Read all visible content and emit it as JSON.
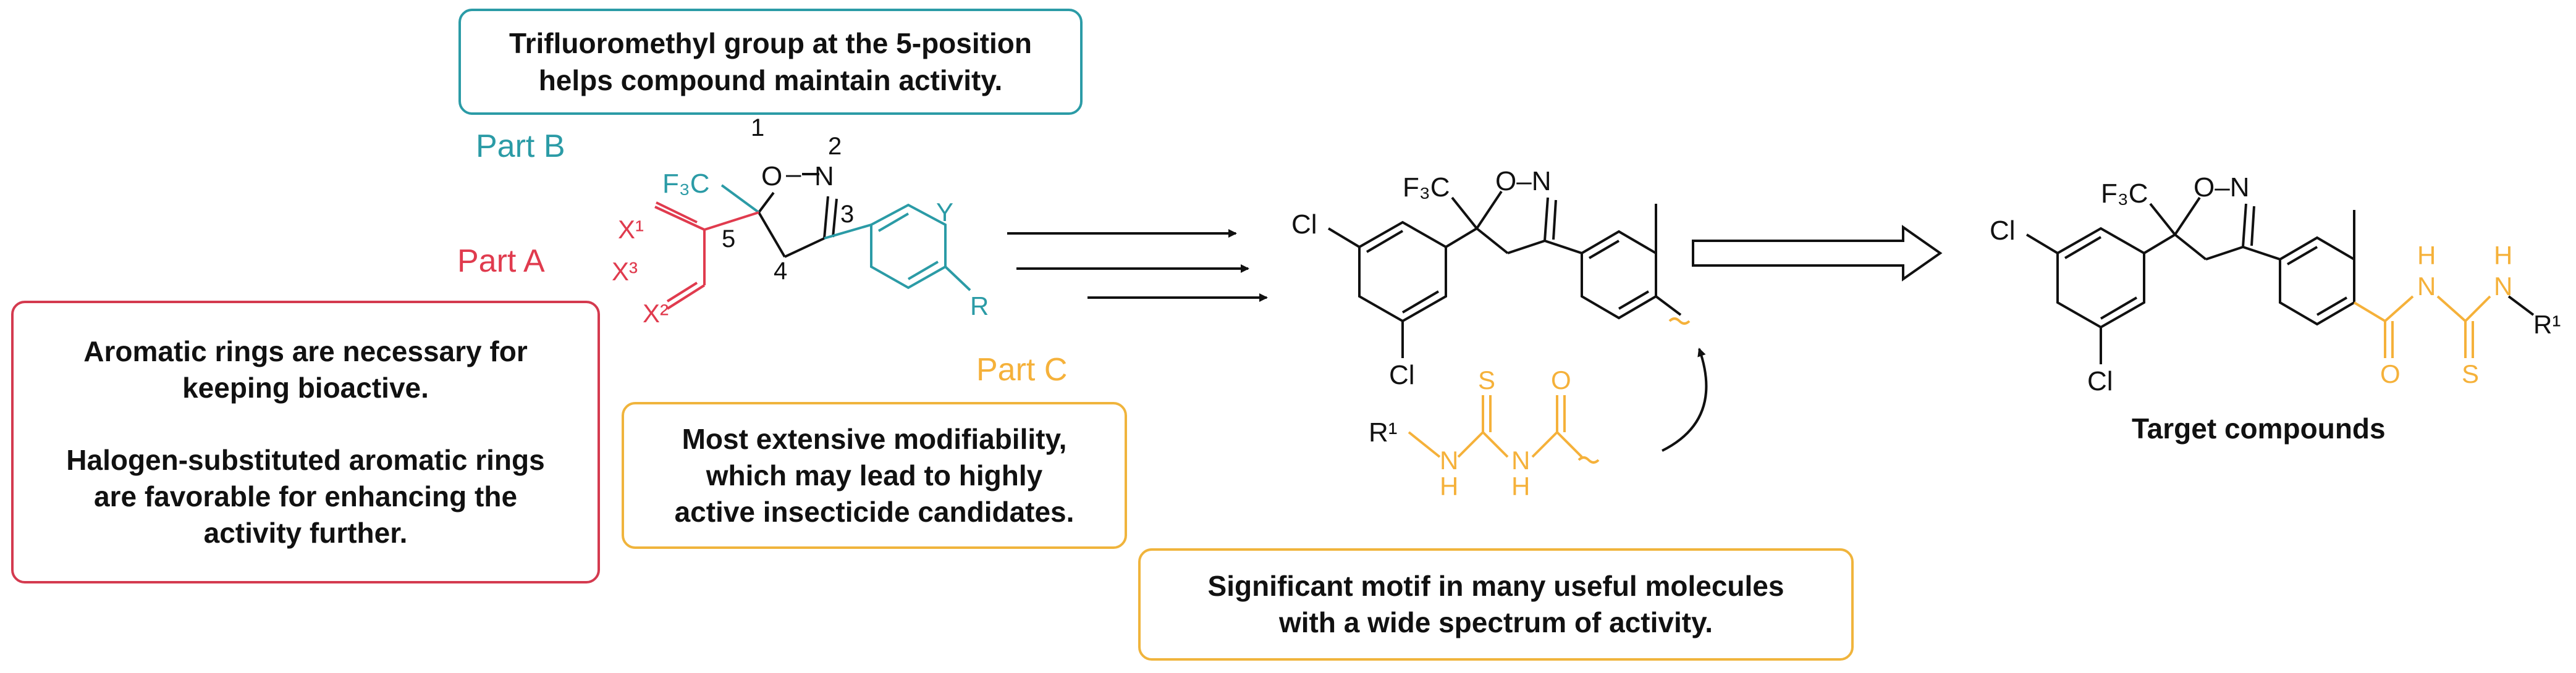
{
  "colors": {
    "part_a": "#e03b4e",
    "part_b": "#2b9ba6",
    "part_c": "#f5b13a",
    "box_b_border": "#2b9ba6",
    "box_a_border": "#d43a4f",
    "box_c_border": "#f0b43c",
    "bond": "#111111"
  },
  "boxes": {
    "cf3_note": "Trifluoromethyl group at the 5-position\nhelps compound maintain activity.",
    "aromatic_note_1": "Aromatic rings are necessary for\nkeeping bioactive.",
    "aromatic_note_2": "Halogen-substituted aromatic rings\nare favorable for enhancing the\nactivity further.",
    "part_c_note": "Most extensive modifiability,\nwhich may lead to highly\nactive insecticide candidates.",
    "motif_note": "Significant motif in many useful molecules\nwith a wide spectrum of activity."
  },
  "parts": {
    "a": "Part  A",
    "b": "Part  B",
    "c": "Part  C"
  },
  "scaffold": {
    "cf3": "F₃C",
    "o": "O",
    "n": "N",
    "dash": "–",
    "pos1": "1",
    "pos2": "2",
    "pos3": "3",
    "pos4": "4",
    "pos5": "5",
    "x1": "X¹",
    "x3": "X³",
    "x2": "X²",
    "y": "Y",
    "r": "R"
  },
  "intermediate": {
    "cl_top": "Cl",
    "cl_bottom": "Cl",
    "cf3": "F₃C",
    "ring_label": "O–N"
  },
  "fragment": {
    "r1": "R¹",
    "s": "S",
    "o": "O",
    "nh1": "N",
    "h1": "H",
    "nh2": "N",
    "h2": "H"
  },
  "target": {
    "cl_top": "Cl",
    "cl_bottom": "Cl",
    "cf3": "F₃C",
    "ring_label": "O–N",
    "o": "O",
    "s": "S",
    "h1": "H",
    "n1": "N",
    "h2": "H",
    "n2": "N",
    "r1": "R¹",
    "caption": "Target compounds"
  }
}
